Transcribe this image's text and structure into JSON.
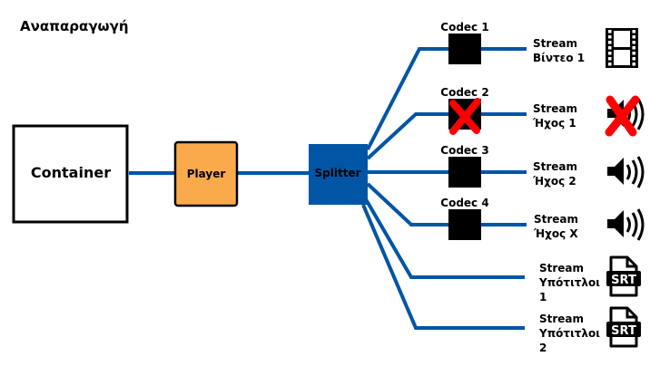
{
  "title": "Αναπαραγωγή",
  "colors": {
    "line": "#0055a5",
    "splitter": "#0055a5",
    "player": "#fbaa4b",
    "codec": "#000000",
    "error": "#ff0000"
  },
  "nodes": {
    "container": "Container",
    "player": "Player",
    "splitter": "Splitter"
  },
  "branches": [
    {
      "codec": "Codec 1",
      "stream_lines": [
        "Stream",
        "Βίντεο 1"
      ],
      "icon": "film-icon",
      "disabled": true,
      "failed": false,
      "has_codec": true
    },
    {
      "codec": "Codec 2",
      "stream_lines": [
        "Stream",
        "Ήχος 1"
      ],
      "icon": "speaker-icon",
      "failed": true,
      "has_codec": true
    },
    {
      "codec": "Codec 3",
      "stream_lines": [
        "Stream",
        "Ήχος 2"
      ],
      "icon": "speaker-icon",
      "failed": false,
      "has_codec": true
    },
    {
      "codec": "Codec 4",
      "stream_lines": [
        "Stream",
        "Ήχος X"
      ],
      "icon": "speaker-icon",
      "failed": false,
      "has_codec": true
    },
    {
      "codec": "",
      "stream_lines": [
        "Stream",
        "Υπότιτλοι",
        "1"
      ],
      "icon": "srt-file-icon",
      "failed": false,
      "has_codec": false
    },
    {
      "codec": "",
      "stream_lines": [
        "Stream",
        "Υπότιτλοι",
        "2"
      ],
      "icon": "srt-file-icon",
      "failed": false,
      "has_codec": false
    }
  ],
  "srt_label": "SRT"
}
